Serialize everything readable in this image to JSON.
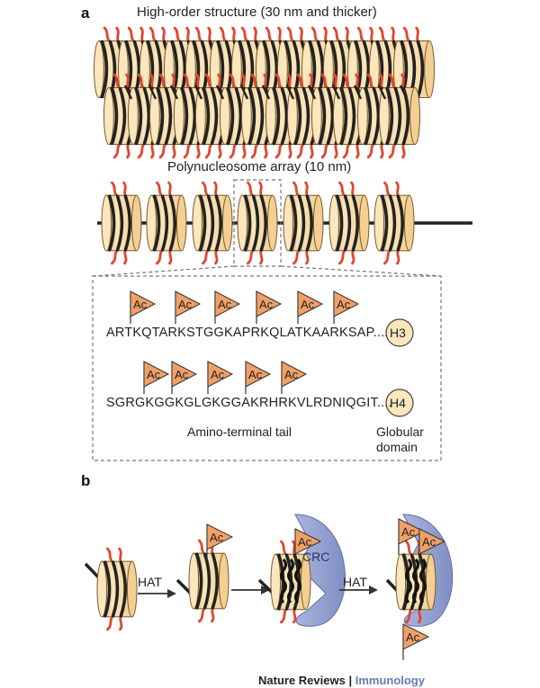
{
  "panel_a": {
    "label": "a",
    "title_high_order": "High-order structure (30 nm and thicker)",
    "title_array": "Polynucleosome array (10 nm)",
    "h3": {
      "sequence": "ARTKQTARKSTGGKAPRKQLATKAARKSAP....",
      "histone": "H3",
      "tag": "Ac"
    },
    "h4": {
      "sequence": "SGRGKGGKGLGKGGAKRHRKVLRDNIQGIT....",
      "histone": "H4",
      "tag": "Ac"
    },
    "tail_label": "Amino-terminal tail",
    "globular_label": [
      "Globular",
      "domain"
    ]
  },
  "panel_b": {
    "label": "b",
    "arrow1": "HAT",
    "arrow2": "HAT",
    "tag": "Ac",
    "complex": "CRC"
  },
  "credit": {
    "journal": "Nature Reviews",
    "sep": " | ",
    "section": "Immunology"
  },
  "colors": {
    "nucleosome_fill": "#f7dca8",
    "tail_red": "#e0472e",
    "dna": "#222222",
    "ac_flag": "#f0a066",
    "crc": "#8f9dcc",
    "section_color": "#6b78b8"
  }
}
